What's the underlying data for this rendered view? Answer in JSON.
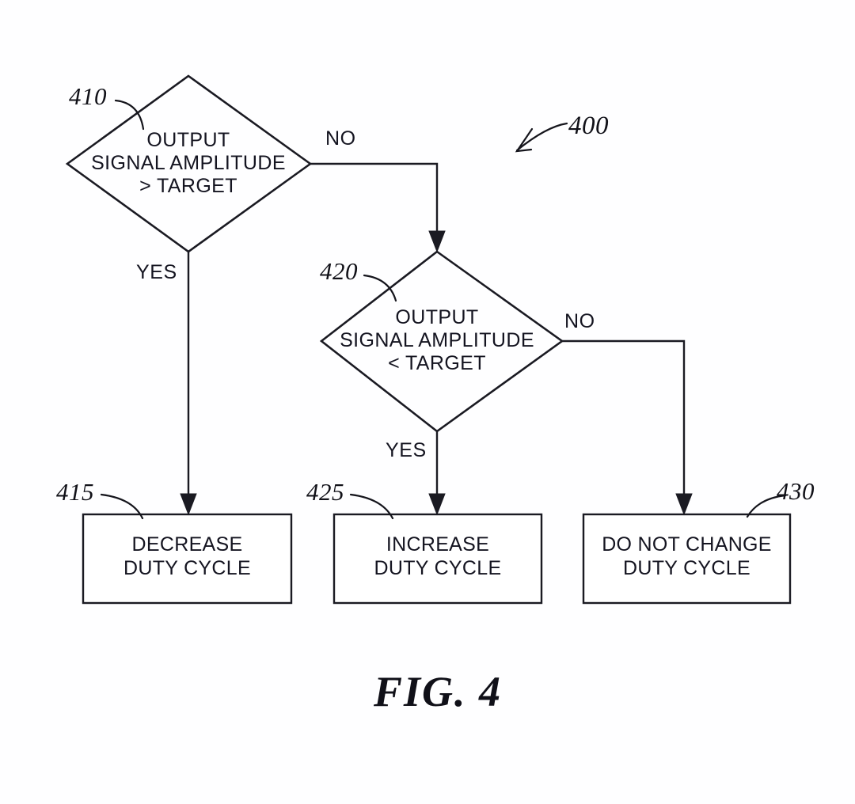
{
  "figure": {
    "caption": "FIG. 4",
    "diagram_ref": "400"
  },
  "nodes": [
    {
      "id": "decision-410",
      "ref": "410",
      "shape": "diamond",
      "lines": [
        "OUTPUT",
        "SIGNAL AMPLITUDE",
        "> TARGET"
      ],
      "text": "OUTPUT\nSIGNAL AMPLITUDE\n> TARGET"
    },
    {
      "id": "decision-420",
      "ref": "420",
      "shape": "diamond",
      "lines": [
        "OUTPUT",
        "SIGNAL AMPLITUDE",
        "< TARGET"
      ],
      "text": "OUTPUT\nSIGNAL AMPLITUDE\n< TARGET"
    },
    {
      "id": "process-415",
      "ref": "415",
      "shape": "rectangle",
      "lines": [
        "DECREASE",
        "DUTY CYCLE"
      ],
      "text": "DECREASE\nDUTY CYCLE"
    },
    {
      "id": "process-425",
      "ref": "425",
      "shape": "rectangle",
      "lines": [
        "INCREASE",
        "DUTY CYCLE"
      ],
      "text": "INCREASE\nDUTY CYCLE"
    },
    {
      "id": "process-430",
      "ref": "430",
      "shape": "rectangle",
      "lines": [
        "DO NOT CHANGE",
        "DUTY CYCLE"
      ],
      "text": "DO NOT CHANGE\nDUTY CYCLE"
    }
  ],
  "edges": {
    "d410_no": "NO",
    "d410_yes": "YES",
    "d420_no": "NO",
    "d420_yes": "YES"
  },
  "refs": {
    "r410": "410",
    "r415": "415",
    "r420": "420",
    "r425": "425",
    "r430": "430",
    "r400": "400"
  },
  "style": {
    "ink": "#1a1a22",
    "paper": "#fefeff"
  }
}
